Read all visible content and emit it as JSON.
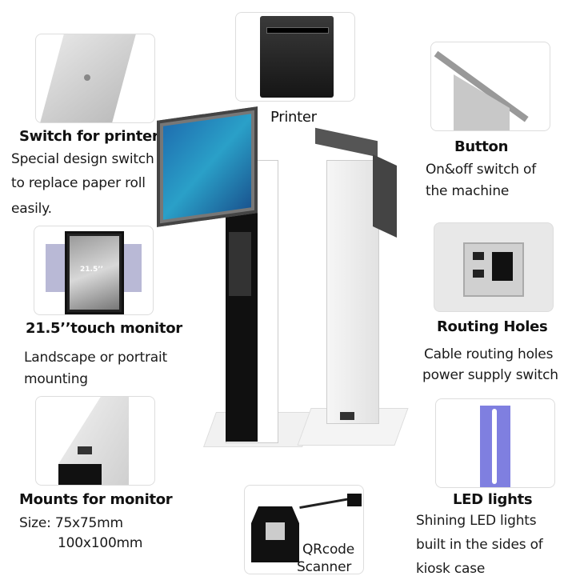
{
  "features": {
    "switch_printer": {
      "title": "Switch for printer",
      "lines": [
        "Special design switch",
        "to replace paper roll",
        "easily."
      ]
    },
    "monitor": {
      "title": "21.5’’touch monitor",
      "lines": [
        "Landscape or portrait",
        "mounting"
      ],
      "screen_label": "21.5’’"
    },
    "mounts": {
      "title": "Mounts for monitor",
      "lines": [
        "Size: 75x75mm",
        "100x100mm"
      ]
    },
    "printer": {
      "title": "Printer"
    },
    "button": {
      "title": "Button",
      "lines": [
        "On&off switch of",
        "the machine"
      ]
    },
    "routing": {
      "title": "Routing Holes",
      "lines": [
        "Cable routing holes",
        "power supply switch"
      ]
    },
    "led": {
      "title": "LED lights",
      "lines": [
        "Shining LED lights",
        "built in the sides of",
        "kiosk case"
      ]
    },
    "qr": {
      "lines": [
        "QRcode",
        "Scanner"
      ]
    }
  },
  "colors": {
    "led": "#7f7fe0",
    "kiosk_black": "#111111",
    "screen": "#1f6fb0"
  }
}
